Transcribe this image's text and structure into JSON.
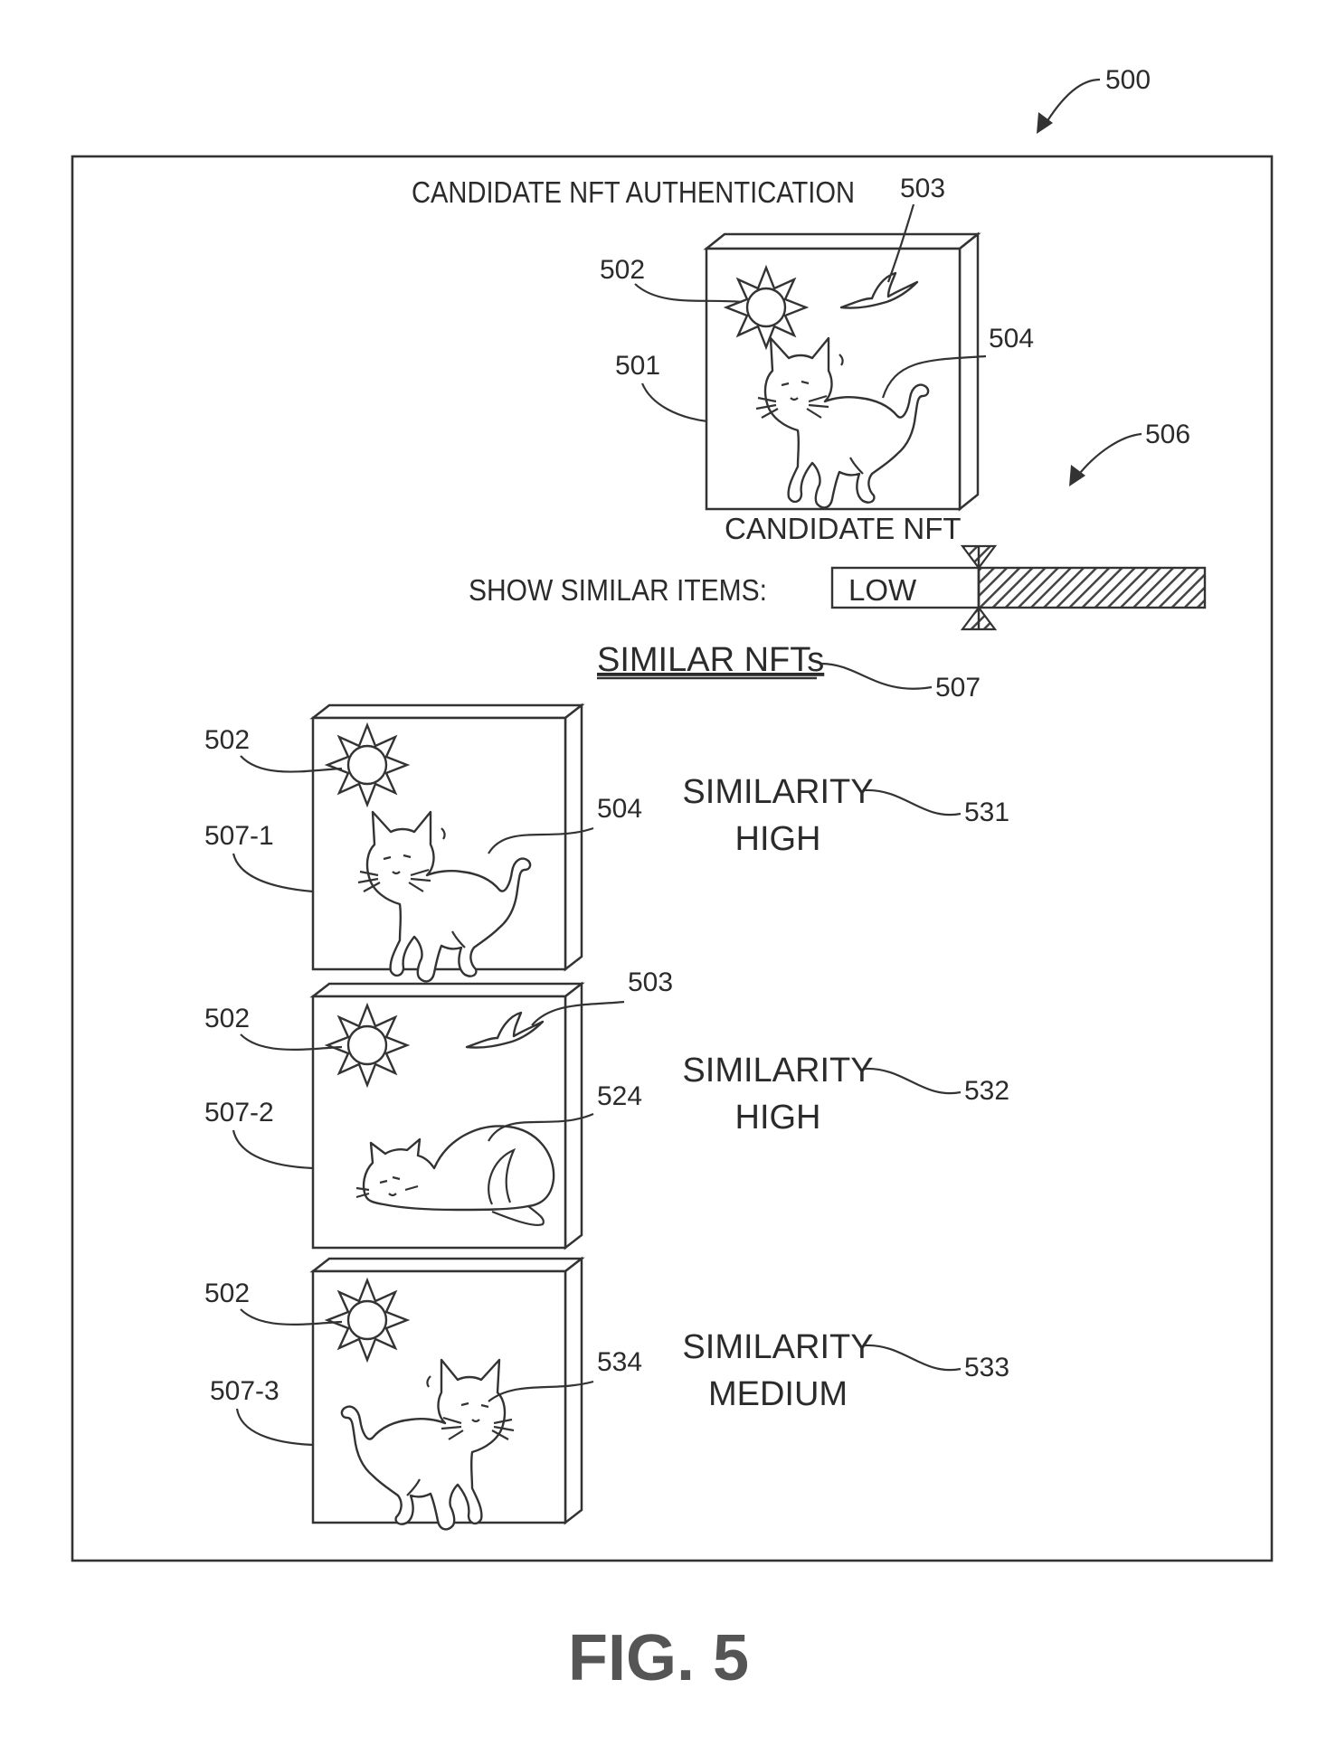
{
  "figure": {
    "ref_main": "500",
    "title": "CANDIDATE NFT AUTHENTICATION",
    "candidate_caption": "CANDIDATE NFT",
    "ref_slider_arrow": "506",
    "slider_label": "SHOW SIMILAR ITEMS:",
    "slider_value": "LOW",
    "similar_heading": "SIMILAR NFTs",
    "ref_similar_heading": "507",
    "fig_caption": "FIG. 5"
  },
  "candidate": {
    "ref_frame": "501",
    "ref_sun": "502",
    "ref_bird": "503",
    "ref_cat": "504"
  },
  "similar": [
    {
      "ref_frame": "507-1",
      "ref_sun": "502",
      "ref_cat": "504",
      "similarity_label": "SIMILARITY",
      "similarity_value": "HIGH",
      "ref_similarity": "531"
    },
    {
      "ref_frame": "507-2",
      "ref_sun": "502",
      "ref_bird": "503",
      "ref_cat": "524",
      "similarity_label": "SIMILARITY",
      "similarity_value": "HIGH",
      "ref_similarity": "532"
    },
    {
      "ref_frame": "507-3",
      "ref_sun": "502",
      "ref_cat": "534",
      "similarity_label": "SIMILARITY",
      "similarity_value": "MEDIUM",
      "ref_similarity": "533"
    }
  ]
}
